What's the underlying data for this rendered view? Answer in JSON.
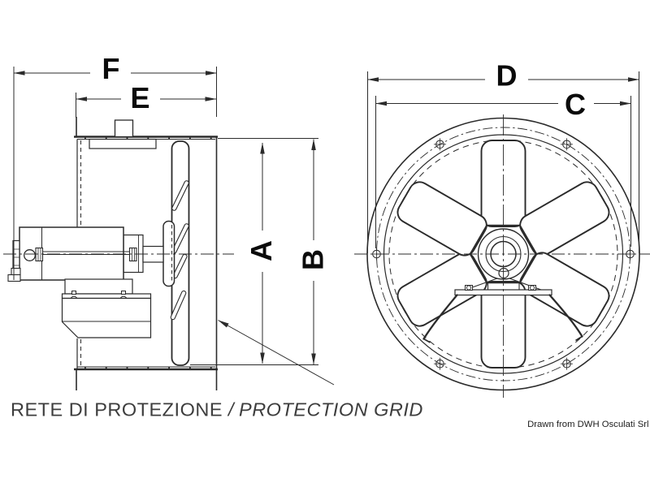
{
  "drawing": {
    "description": "Axial fan technical drawing, side view and front view",
    "side_view": {
      "dimension_labels": {
        "f": "F",
        "e": "E",
        "a": "A",
        "b": "B"
      }
    },
    "front_view": {
      "dimension_labels": {
        "d": "D",
        "c": "C"
      }
    },
    "caption": {
      "italian": "RETE DI PROTEZIONE",
      "separator": "/",
      "english": "PROTECTION GRID"
    },
    "credit": "Drawn from DWH Osculati Srl",
    "colors": {
      "line": "#2b2b2b",
      "dimension_text": "#0b0b0b",
      "caption_text": "#3d3d3d",
      "credit_text": "#1d1d1d",
      "background": "#ffffff"
    }
  }
}
